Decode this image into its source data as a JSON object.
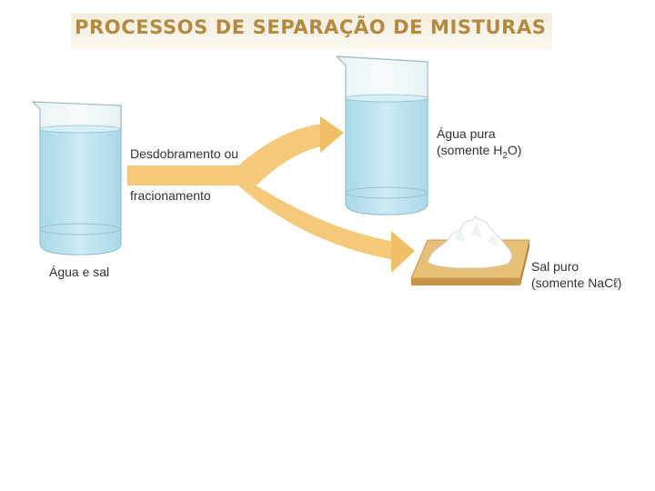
{
  "title": "PROCESSOS DE SEPARAÇÃO DE MISTURAS",
  "labels": {
    "process_line1": "Desdobramento ou",
    "process_line2": "fracionamento",
    "mixture": "Água e sal",
    "water_line1": "Água pura",
    "water_line2_pre": "(somente H",
    "water_sub": "2",
    "water_line2_post": "O)",
    "salt_line1": "Sal puro",
    "salt_line2": "(somente NaCℓ)"
  },
  "colors": {
    "water": "#bfe3ee",
    "arrow": "#f4c97a",
    "title": "#b5893f",
    "tray": "#e0b46a"
  }
}
